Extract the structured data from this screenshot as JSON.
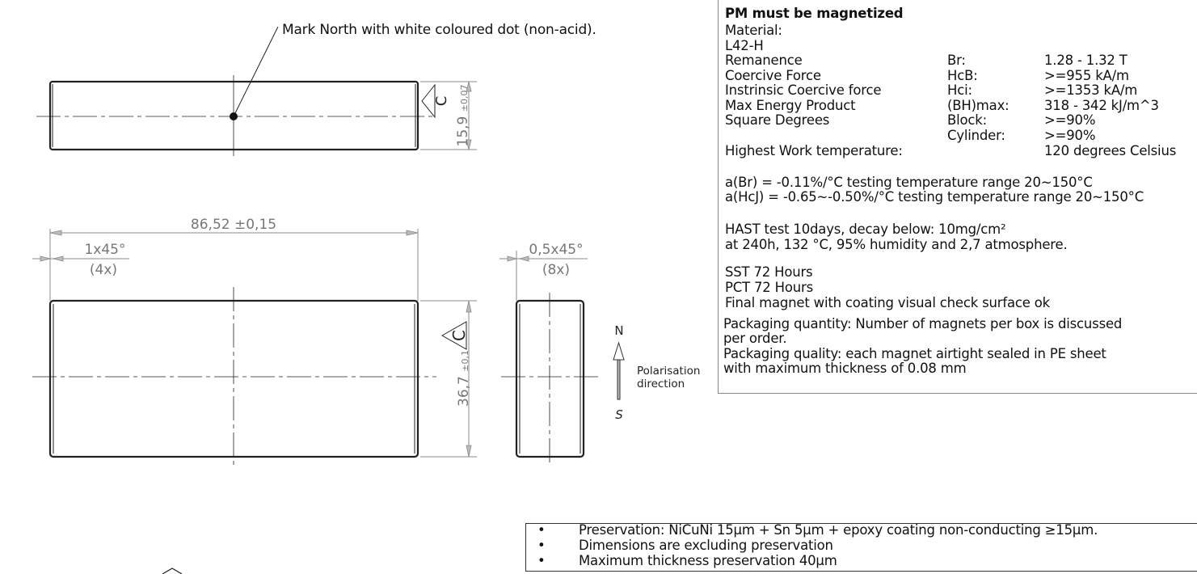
{
  "drawing": {
    "leader_note": "Mark North with white coloured dot (non-acid).",
    "dim_length": "86,52 ±0,15",
    "dim_height_top": "15,9",
    "dim_height_top_tol": "±0,07",
    "dim_height_front": "36,7",
    "dim_height_front_tol": "±0,1",
    "chamfer_front": "1x45°",
    "chamfer_front_count": "(4x)",
    "chamfer_side": "0,5x45°",
    "chamfer_side_count": "(8x)",
    "surface_symbol": "C",
    "pole_north": "N",
    "pole_south": "S",
    "polarisation_label_1": "Polarisation",
    "polarisation_label_2": "direction"
  },
  "spec": {
    "title": "PM must be magnetized",
    "material_label": "Material:",
    "material": "L42-H",
    "rows": [
      {
        "name": "Remanence",
        "symbol": "Br:",
        "value": "1.28 - 1.32 T"
      },
      {
        "name": "Coercive Force",
        "symbol": "HcB:",
        "value": ">=955 kA/m"
      },
      {
        "name": "Instrinsic Coercive force",
        "symbol": "Hci:",
        "value": ">=1353 kA/m"
      },
      {
        "name": "Max Energy Product",
        "symbol": "(BH)max:",
        "value": "318 - 342 kJ/m^3"
      },
      {
        "name": "Square Degrees",
        "symbol": "Block:",
        "value": ">=90%"
      },
      {
        "name": "",
        "symbol": "Cylinder:",
        "value": ">=90%"
      }
    ],
    "work_temp_label": "Highest Work temperature:",
    "work_temp_value": "120 degrees Celsius",
    "coef_br": "a(Br) = -0.11%/°C testing temperature range 20~150°C",
    "coef_hcj": "a(HcJ) = -0.65~-0.50%/°C testing temperature range 20~150°C",
    "hast_1": "HAST test 10days, decay below: 10mg/cm²",
    "hast_2": "at 240h, 132 °C, 95% humidity and 2,7 atmosphere.",
    "sst": "SST 72 Hours",
    "pct": "PCT 72 Hours",
    "final_check": "Final magnet with coating visual check surface ok",
    "pack_qty_1": "Packaging quantity: Number of magnets per box is discussed",
    "pack_qty_2": "per order.",
    "pack_quality_1": "Packaging quality: each magnet airtight sealed in PE sheet",
    "pack_quality_2": "with maximum thickness of 0.08 mm"
  },
  "notes": {
    "bullet": "•",
    "items": [
      "Preservation: NiCuNi 15µm + Sn 5µm + epoxy coating non-conducting ≥15µm.",
      "Dimensions are excluding preservation",
      "Maximum thickness preservation 40µm"
    ]
  }
}
